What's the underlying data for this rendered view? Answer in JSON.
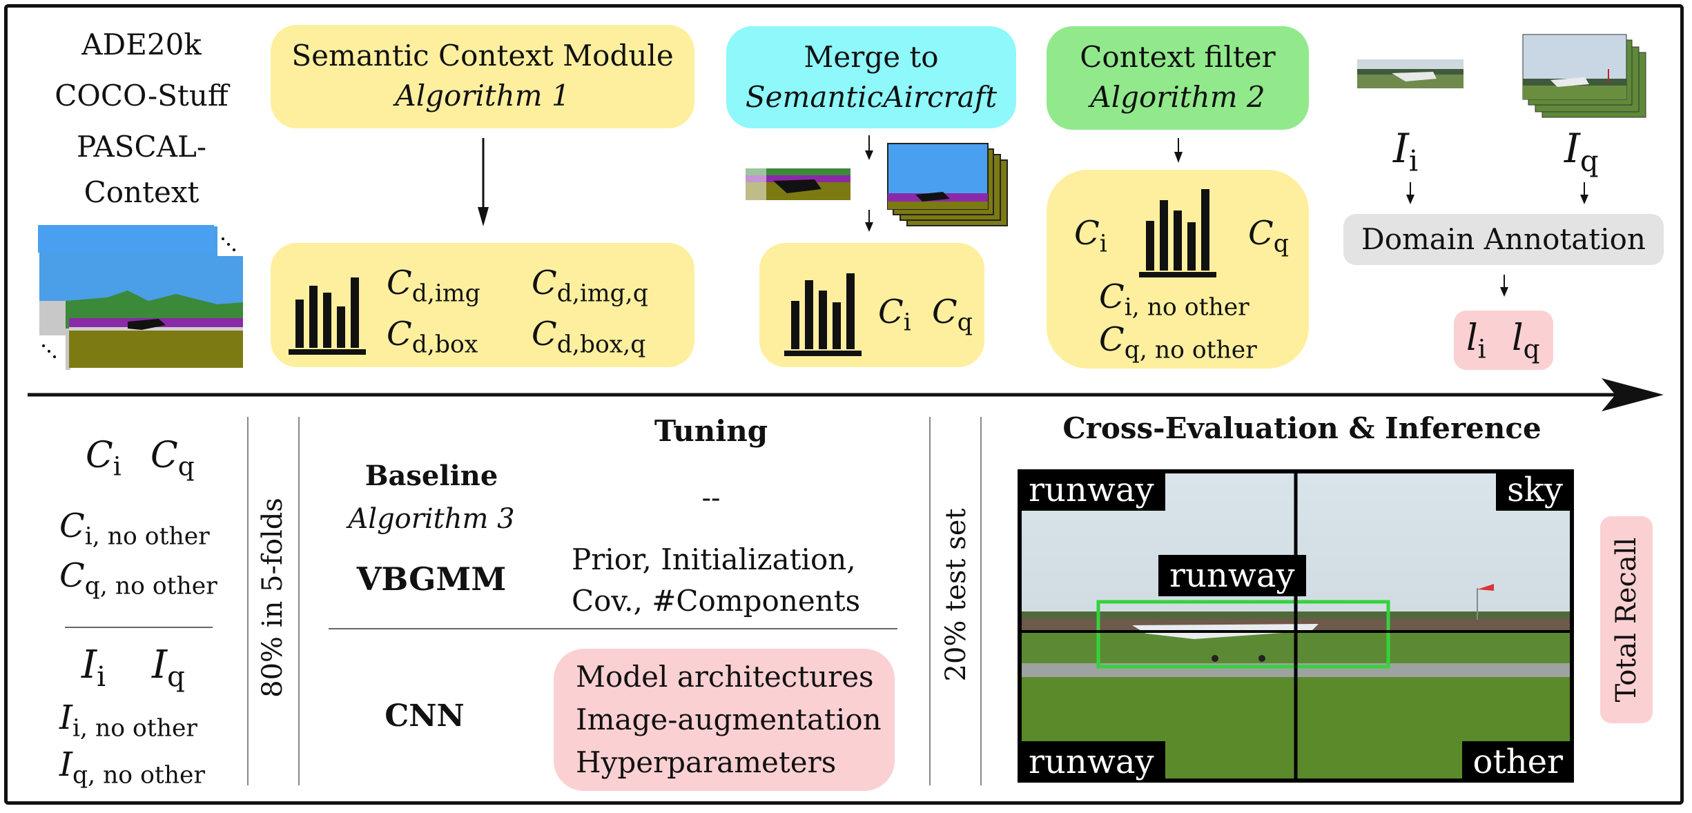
{
  "datasets": {
    "line1": "ADE20k",
    "line2": "COCO-Stuff",
    "line3": "PASCAL-",
    "line4": "Context"
  },
  "semantic_module": {
    "title": "Semantic Context Module",
    "subtitle": "Algorithm 1",
    "c1": "C",
    "c1_sub": "d,img",
    "c2": "C",
    "c2_sub": "d,img,q",
    "c3": "C",
    "c3_sub": "d,box",
    "c4": "C",
    "c4_sub": "d,box,q"
  },
  "merge": {
    "title": "Merge to",
    "subtitle": "SemanticAircraft",
    "ci": "C",
    "ci_sub": "i",
    "cq": "C",
    "cq_sub": "q"
  },
  "context_filter": {
    "title": "Context filter",
    "subtitle": "Algorithm 2",
    "ci": "C",
    "ci_sub": "i",
    "cq": "C",
    "cq_sub": "q",
    "ci_no": "C",
    "ci_no_sub": "i,",
    "cq_no": "C",
    "cq_no_sub": "q,",
    "no_other": "no other"
  },
  "domain": {
    "ii": "I",
    "ii_sub": "i",
    "iq": "I",
    "iq_sub": "q",
    "annotation": "Domain Annotation",
    "li": "l",
    "li_sub": "i",
    "lq": "l",
    "lq_sub": "q"
  },
  "left_list": {
    "ci": "C",
    "ci_sub": "i",
    "cq": "C",
    "cq_sub": "q",
    "ii": "I",
    "ii_sub": "i",
    "iq": "I",
    "iq_sub": "q",
    "i_sub_no": "i,",
    "q_sub_no": "q,",
    "no_other": "no other"
  },
  "folds_label": "80% in 5-folds",
  "tuning": {
    "heading": "Tuning",
    "baseline": "Baseline",
    "algorithm3": "Algorithm 3",
    "dash": "--",
    "vbgmm": "VBGMM",
    "vbgmm_line1": "Prior, Initialization,",
    "vbgmm_line2": "Cov., #Components",
    "cnn": "CNN",
    "cnn_line1": "Model architectures",
    "cnn_line2": "Image-augmentation",
    "cnn_line3": "Hyperparameters"
  },
  "test_label": "20% test set",
  "cross_eval": {
    "heading": "Cross-Evaluation & Inference",
    "tl": "runway",
    "tr": "sky",
    "center": "runway",
    "bl": "runway",
    "br": "other"
  },
  "total_recall": "Total Recall",
  "colors": {
    "yellow": "#fdef9e",
    "cyan": "#8ef8fb",
    "green": "#91e98c",
    "grey": "#e3e3e3",
    "pink": "#fbd0d3"
  }
}
